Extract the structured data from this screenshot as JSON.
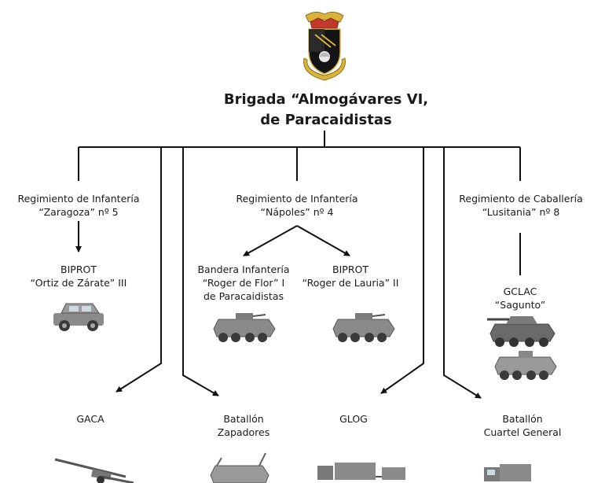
{
  "header": {
    "title_line1": "Brigada “Almogávares  VI,",
    "title_line2": "de Paracaidistas"
  },
  "units": {
    "zaragoza": {
      "line1": "Regimiento de Infantería",
      "line2": "“Zaragoza” nº 5"
    },
    "napoles": {
      "line1": "Regimiento de Infantería",
      "line2": "“Nápoles” nº 4"
    },
    "lusitania": {
      "line1": "Regimiento de Caballería",
      "line2": "“Lusitania” nº 8"
    },
    "biprot3": {
      "line1": "BIPROT",
      "line2": "“Ortiz de Zárate” III"
    },
    "bandera1": {
      "line1": "Bandera Infantería",
      "line2": "“Roger de Flor” I",
      "line3": "de Paracaidistas"
    },
    "biprot2": {
      "line1": "BIPROT",
      "line2": "“Roger de Lauria” II"
    },
    "gclac": {
      "line1": "GCLAC",
      "line2": "“Sagunto”"
    },
    "gaca": {
      "line1": "GACA"
    },
    "zapadores": {
      "line1": "Batallón",
      "line2": "Zapadores"
    },
    "glog": {
      "line1": "GLOG"
    },
    "cuartel": {
      "line1": "Batallón",
      "line2": "Cuartel General"
    }
  },
  "colors": {
    "line": "#111111",
    "vehicle_body": "#8a8a8a",
    "vehicle_dark": "#4a4a4a",
    "crest_gold": "#d9b23a",
    "crest_black": "#141414",
    "crest_red": "#c0392b"
  },
  "icons": [
    "brigade-crest-icon",
    "vmt-vehicle-icon",
    "apc-vehicle-icon",
    "tank-vehicle-icon",
    "howitzer-icon",
    "engineer-vehicle-icon",
    "truck-trailer-icon",
    "light-truck-icon"
  ]
}
